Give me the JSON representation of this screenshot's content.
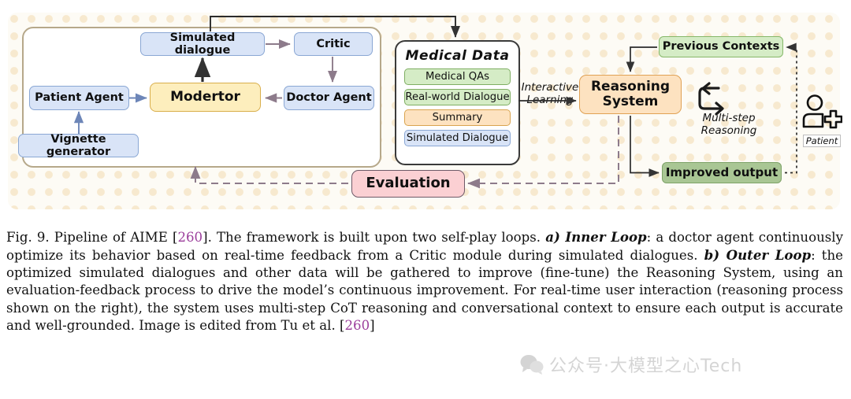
{
  "figure": {
    "inner_loop": {
      "nodes": [
        {
          "id": "simulated-dialogue",
          "label": "Simulated dialogue",
          "color": "#d9e4f7"
        },
        {
          "id": "critic",
          "label": "Critic",
          "color": "#d9e4f7"
        },
        {
          "id": "patient-agent",
          "label": "Patient Agent",
          "color": "#d9e4f7"
        },
        {
          "id": "modertor",
          "label": "Modertor",
          "color": "#fdeebd"
        },
        {
          "id": "doctor-agent",
          "label": "Doctor Agent",
          "color": "#d9e4f7"
        },
        {
          "id": "vignette-generator",
          "label": "Vignette generator",
          "color": "#d9e4f7"
        }
      ]
    },
    "medical_data": {
      "title": "Medical Data",
      "items": [
        {
          "label": "Medical QAs",
          "color": "#d5ecc6"
        },
        {
          "label": "Real-world Dialogue",
          "color": "#d5ecc6"
        },
        {
          "label": "Summary",
          "color": "#fde2c0"
        },
        {
          "label": "Simulated Dialogue",
          "color": "#d9e4f7"
        }
      ]
    },
    "edge_labels": {
      "interactive_learning_line1": "Interactive",
      "interactive_learning_line2": "Learning",
      "multi_step_line1": "Multi-step",
      "multi_step_line2": "Reasoning"
    },
    "right_nodes": {
      "previous_contexts": "Previous Contexts",
      "reasoning_system_line1": "Reasoning",
      "reasoning_system_line2": "System",
      "improved_output": "Improved output"
    },
    "evaluation": {
      "label": "Evaluation",
      "color": "#fbd0d3"
    },
    "patient": {
      "label": "Patient",
      "icon": "patient-person-cross-icon"
    },
    "palette": {
      "blue": "#d9e4f7",
      "yellow": "#fdeebd",
      "orange": "#fde2c0",
      "green_light": "#d5ecc6",
      "green_mid": "#a9c694",
      "pink": "#fbd0d3",
      "background": "#fdfbf5",
      "dots": "#f7e9cf",
      "arrow_dark": "#333333",
      "arrow_mauve": "#8d7b8b",
      "reference_link": "#9c3f9c"
    }
  },
  "caption": {
    "prefix": "Fig. 9.  Pipeline of AIME [",
    "ref1": "260",
    "part1": "]. The framework is built upon two self-play loops. ",
    "bold1": "a) Inner Loop",
    "part2": ": a doctor agent continuously optimize its behavior based on real-time feedback from a Critic module during simulated dialogues. ",
    "bold2": "b) Outer Loop",
    "part3": ": the optimized simulated dialogues and other data will be gathered to improve (fine-tune) the Reasoning System, using an evaluation-feedback process to drive the model’s continuous improvement. For real-time user interaction (reasoning process shown on the right), the system uses multi-step CoT reasoning and conversational context to ensure each output is accurate and well-grounded. Image is edited from Tu et al. [",
    "ref2": "260",
    "suffix": "]"
  },
  "watermark": {
    "text": "公众号·大模型之心Tech",
    "icon": "wechat-icon"
  }
}
